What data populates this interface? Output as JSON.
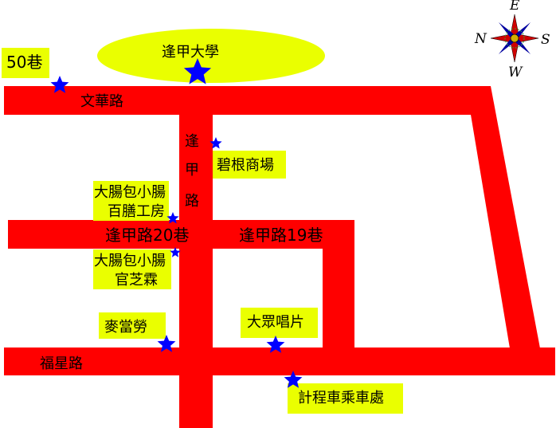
{
  "map": {
    "colors": {
      "road": "#ff0000",
      "label_bg": "#eaff00",
      "marker": "#0000ff"
    },
    "landmark": "逢甲大學",
    "roads": {
      "wenhua": "文華路",
      "fengjia_vertical": [
        "逢",
        "甲",
        "路"
      ],
      "lane20": "逢甲路20巷",
      "lane19": "逢甲路19巷",
      "fuxing": "福星路"
    },
    "places": {
      "lane50": "50巷",
      "bigen": "碧根商場",
      "sausage_top_line1": "大腸包小腸",
      "sausage_top_line2": "百膳工房",
      "sausage_bottom_line1": "大腸包小腸",
      "sausage_bottom_line2": "官芝霖",
      "mcdonalds": "麥當勞",
      "records": "大眾唱片",
      "taxi": "計程車乘車處"
    },
    "compass": {
      "top": "E",
      "left": "N",
      "right": "S",
      "bottom": "W"
    }
  }
}
